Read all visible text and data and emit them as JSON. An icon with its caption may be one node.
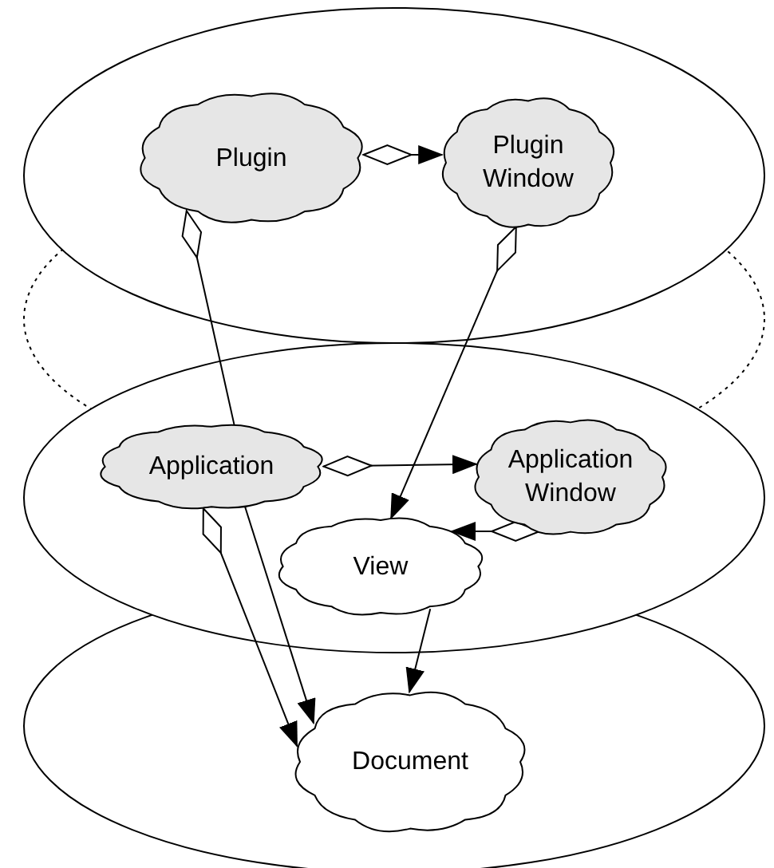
{
  "diagram": {
    "nodes": [
      {
        "text": [
          "Plugin"
        ]
      },
      {
        "text": [
          "Plugin Window"
        ]
      },
      {
        "text": [
          "Application"
        ]
      },
      {
        "text": [
          "Application Window"
        ]
      },
      {
        "text": [
          "View"
        ]
      },
      {
        "text": [
          "Document"
        ]
      }
    ],
    "edges": [
      {
        "from": 0,
        "to": 1,
        "arrow": "to"
      },
      {
        "from": 0,
        "to": 2,
        "arrow": "other"
      },
      {
        "from": 1,
        "to": 4,
        "arrow": "to"
      },
      {
        "from": 2,
        "to": 3,
        "arrow": "to"
      },
      {
        "from": 3,
        "to": 4,
        "arrow": "to"
      },
      {
        "from": 2,
        "to": 5,
        "arrow": "to"
      },
      {
        "from": 2,
        "to": 5,
        "arrow": "to"
      },
      {
        "from": 4,
        "to": 5,
        "arrow": "to"
      }
    ]
  }
}
